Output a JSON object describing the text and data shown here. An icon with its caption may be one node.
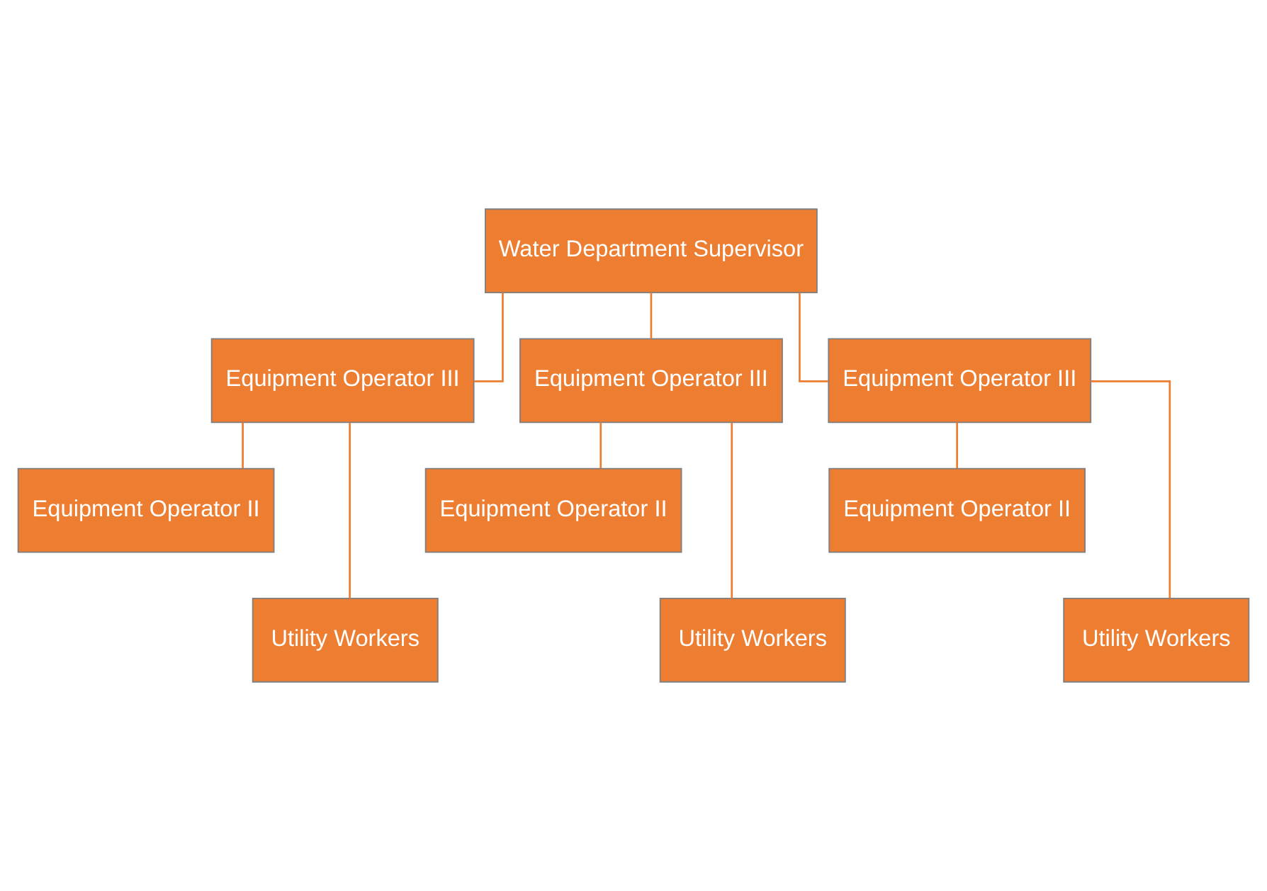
{
  "diagram": {
    "nodes": [
      {
        "text": [
          "Water Department Supervisor"
        ]
      },
      {
        "text": [
          "Equipment Operator III"
        ]
      },
      {
        "text": [
          "Equipment Operator III"
        ]
      },
      {
        "text": [
          "Equipment Operator III"
        ]
      },
      {
        "text": [
          "Equipment Operator II"
        ]
      },
      {
        "text": [
          "Equipment Operator II"
        ]
      },
      {
        "text": [
          "Equipment Operator II"
        ]
      },
      {
        "text": [
          "Utility Workers"
        ]
      },
      {
        "text": [
          "Utility Workers"
        ]
      },
      {
        "text": [
          "Utility Workers"
        ]
      }
    ],
    "edges": [
      {
        "from": 0,
        "to": 1,
        "arrow": "none"
      },
      {
        "from": 0,
        "to": 2,
        "arrow": "none"
      },
      {
        "from": 0,
        "to": 3,
        "arrow": "none"
      },
      {
        "from": 1,
        "to": 4,
        "arrow": "none"
      },
      {
        "from": 1,
        "to": 7,
        "arrow": "none"
      },
      {
        "from": 2,
        "to": 5,
        "arrow": "none"
      },
      {
        "from": 2,
        "to": 8,
        "arrow": "none"
      },
      {
        "from": 3,
        "to": 6,
        "arrow": "none"
      },
      {
        "from": 3,
        "to": 9,
        "arrow": "none"
      }
    ]
  }
}
